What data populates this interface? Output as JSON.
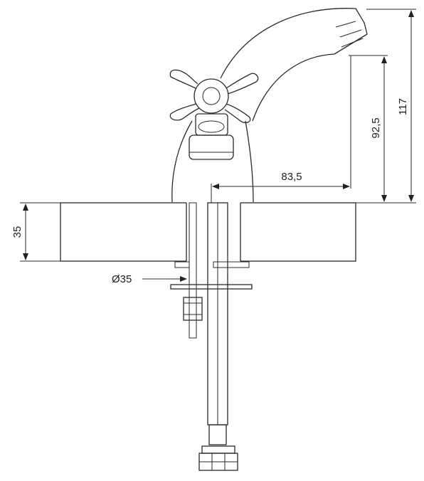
{
  "dimensions": {
    "total_height": "117",
    "spout_height": "92,5",
    "spout_reach": "83,5",
    "deck_thickness": "35",
    "hole_diameter": "Ø35"
  },
  "colors": {
    "line": "#2a2a2a",
    "hatch": "#555555",
    "background": "#ffffff"
  }
}
